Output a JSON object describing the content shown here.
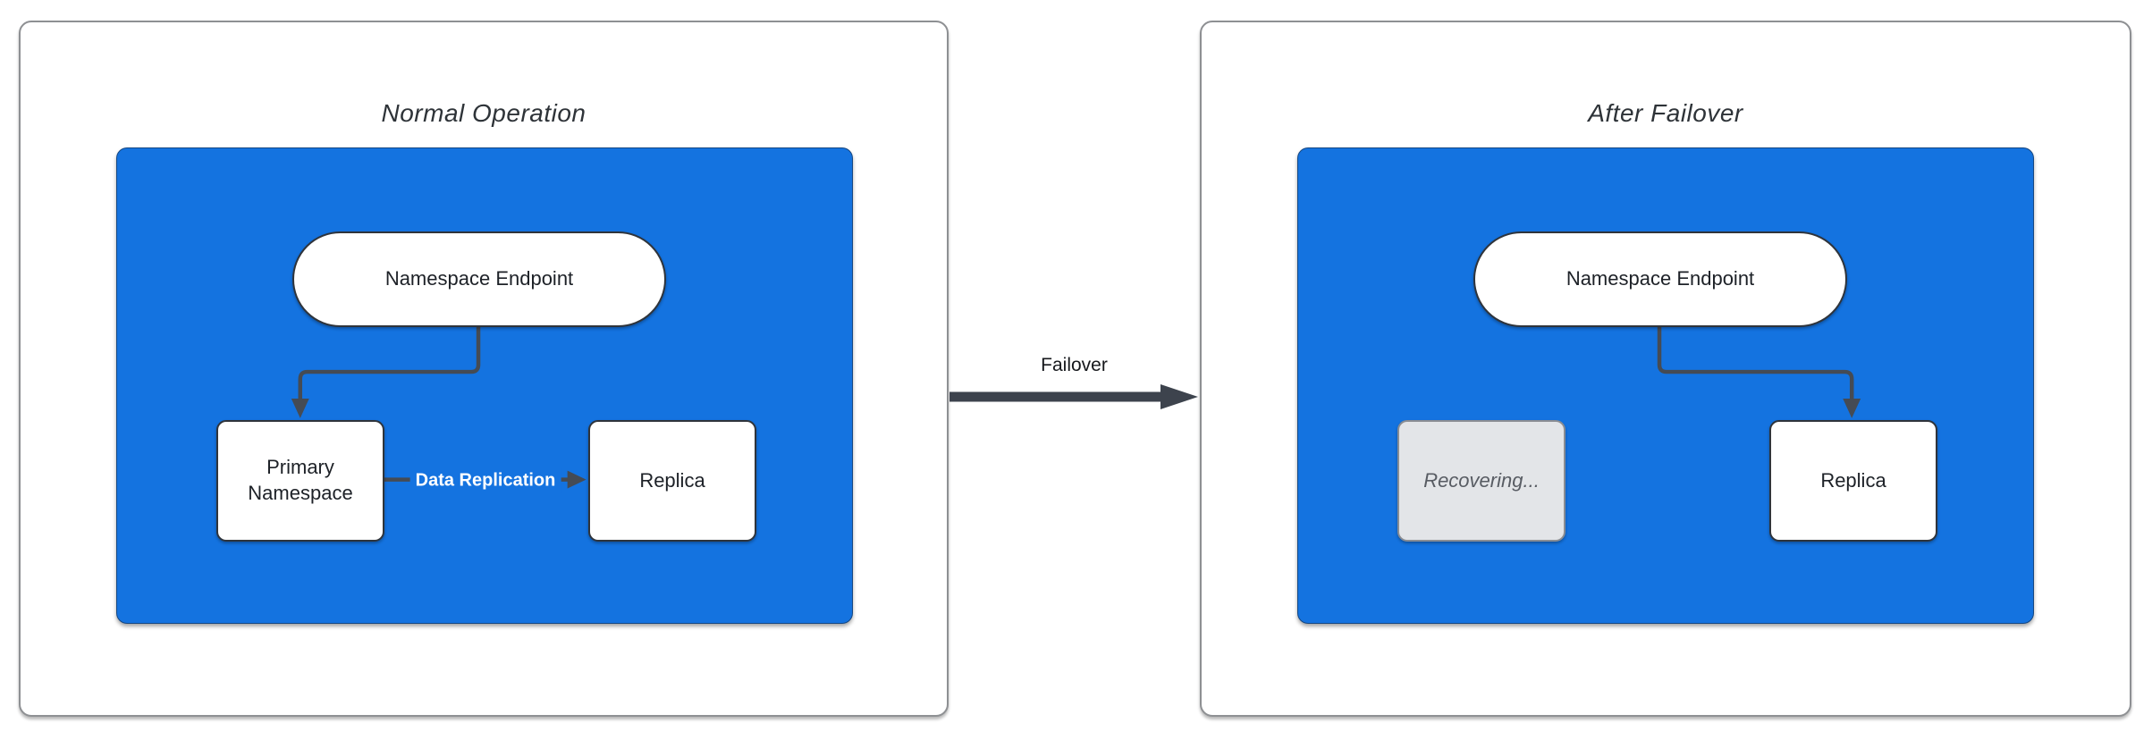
{
  "colors": {
    "canvas_bg": "#ffffff",
    "panel_bg": "#ffffff",
    "panel_border": "#8e9093",
    "container_blue": "#1473e0",
    "node_bg": "#ffffff",
    "node_border": "#2f343b",
    "node_text": "#1d2127",
    "edge_color": "#454b54",
    "failover_arrow": "#3d434d",
    "title_text": "#2e3338",
    "recovering_bg": "#e3e5e8",
    "recovering_border": "#8a8d93",
    "recovering_text": "#585c63",
    "replication_label_text": "#ffffff"
  },
  "panels": [
    {
      "title": "Normal Operation",
      "endpoint_label": "Namespace Endpoint",
      "primary_label": "Primary Namespace",
      "replica_label": "Replica",
      "replication_edge_label": "Data Replication"
    },
    {
      "title": "After Failover",
      "endpoint_label": "Namespace Endpoint",
      "recovering_label": "Recovering...",
      "replica_label": "Replica"
    }
  ],
  "failover_edge": {
    "label": "Failover"
  }
}
